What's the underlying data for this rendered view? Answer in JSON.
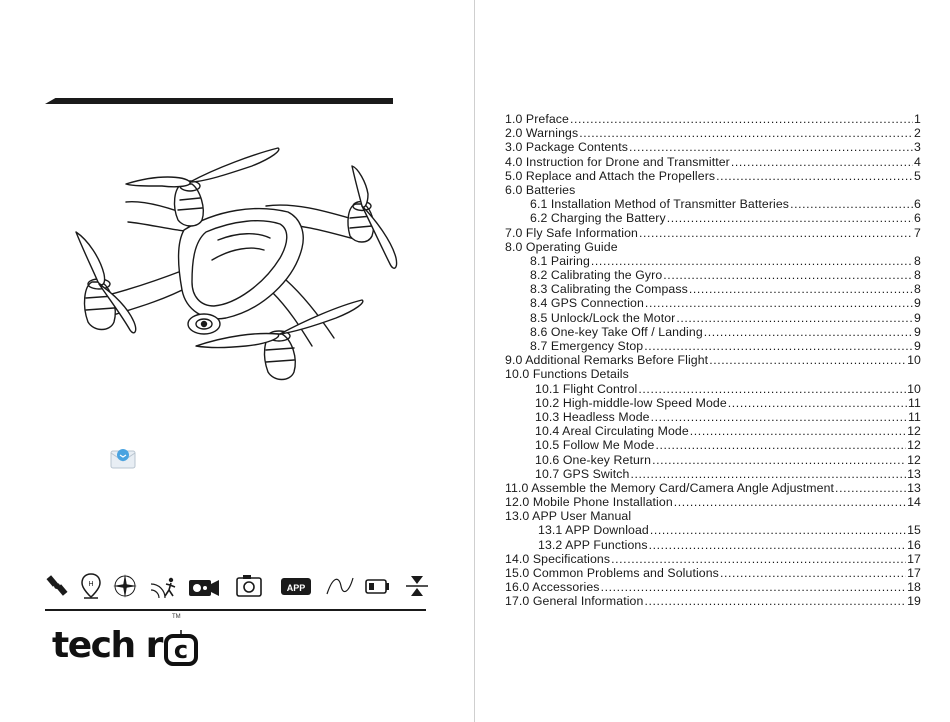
{
  "cover": {
    "brand_name": "tech r",
    "brand_mark_letter": "c",
    "trademark": "TM",
    "feature_icons": [
      "satellite-icon",
      "gps-pin-icon",
      "compass-icon",
      "follow-me-icon",
      "camera-icon",
      "photo-camera-icon",
      "app-icon",
      "flight-path-icon",
      "battery-icon",
      "altitude-hold-icon"
    ],
    "app_icon_label": "APP"
  },
  "toc": {
    "entries": [
      {
        "level": 0,
        "title": "1.0 Preface",
        "page": "1"
      },
      {
        "level": 0,
        "title": "2.0 Warnings",
        "page": "2"
      },
      {
        "level": 0,
        "title": "3.0 Package Contents",
        "page": "3"
      },
      {
        "level": 0,
        "title": "4.0 Instruction for Drone and Transmitter",
        "page": "4"
      },
      {
        "level": 0,
        "title": "5.0 Replace and Attach the Propellers",
        "page": "5"
      },
      {
        "level": 0,
        "title": "6.0 Batteries",
        "page": ""
      },
      {
        "level": 1,
        "title": "6.1 Installation Method of Transmitter Batteries",
        "page": "6"
      },
      {
        "level": 1,
        "title": "6.2 Charging the Battery",
        "page": "6"
      },
      {
        "level": 0,
        "title": "7.0 Fly Safe Information",
        "page": "7"
      },
      {
        "level": 0,
        "title": "8.0 Operating Guide",
        "page": ""
      },
      {
        "level": 1,
        "title": "8.1 Pairing",
        "page": "8"
      },
      {
        "level": 1,
        "title": "8.2 Calibrating the Gyro",
        "page": "8"
      },
      {
        "level": 1,
        "title": "8.3 Calibrating the Compass",
        "page": "8"
      },
      {
        "level": 1,
        "title": "8.4 GPS Connection",
        "page": "9"
      },
      {
        "level": 1,
        "title": "8.5 Unlock/Lock the Motor",
        "page": "9"
      },
      {
        "level": 1,
        "title": "8.6 One-key Take Off / Landing",
        "page": "9"
      },
      {
        "level": 1,
        "title": "8.7 Emergency Stop",
        "page": "9"
      },
      {
        "level": 0,
        "title": "9.0 Additional Remarks Before Flight",
        "page": "10"
      },
      {
        "level": 0,
        "title": "10.0 Functions Details",
        "page": ""
      },
      {
        "level": 2,
        "title": "10.1 Flight Control",
        "page": "10"
      },
      {
        "level": 2,
        "title": "10.2 High-middle-low Speed Mode",
        "page": "11"
      },
      {
        "level": 2,
        "title": "10.3 Headless Mode",
        "page": "11"
      },
      {
        "level": 2,
        "title": "10.4 Areal Circulating Mode",
        "page": "12"
      },
      {
        "level": 2,
        "title": "10.5 Follow Me Mode",
        "page": "12"
      },
      {
        "level": 2,
        "title": "10.6 One-key Return",
        "page": "12"
      },
      {
        "level": 2,
        "title": "10.7 GPS Switch",
        "page": "13"
      },
      {
        "level": 0,
        "title": "11.0 Assemble the Memory Card/Camera Angle Adjustment",
        "page": "13"
      },
      {
        "level": 0,
        "title": "12.0 Mobile Phone Installation",
        "page": "14"
      },
      {
        "level": 0,
        "title": "13.0 APP User Manual",
        "page": ""
      },
      {
        "level": 3,
        "title": "13.1 APP Download",
        "page": "15"
      },
      {
        "level": 3,
        "title": "13.2 APP Functions",
        "page": "16"
      },
      {
        "level": 0,
        "title": "14.0 Specifications",
        "page": "17"
      },
      {
        "level": 0,
        "title": "15.0 Common Problems and Solutions",
        "page": "17"
      },
      {
        "level": 0,
        "title": "16.0 Accessories",
        "page": "18"
      },
      {
        "level": 0,
        "title": "17.0 General Information",
        "page": "19"
      }
    ]
  },
  "colors": {
    "ink": "#1a1a1a",
    "mail_blue": "#4aa3e0",
    "page_divider": "#cfcfcf"
  }
}
